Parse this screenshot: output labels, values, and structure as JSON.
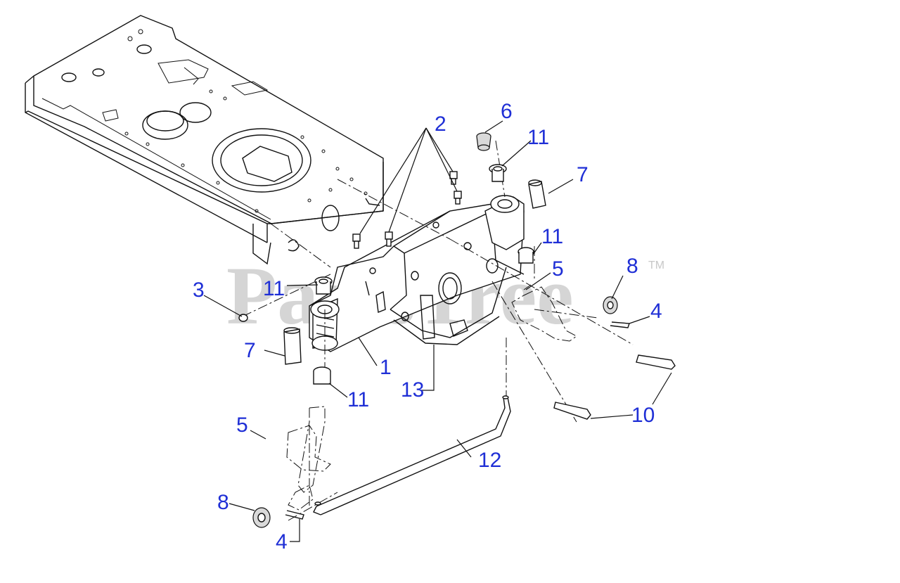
{
  "watermark": {
    "text": "PartsTree",
    "tm": "TM"
  },
  "callouts": {
    "c1": "1",
    "c2": "2",
    "c3": "3",
    "c4a": "4",
    "c4b": "4",
    "c5a": "5",
    "c5b": "5",
    "c6": "6",
    "c7a": "7",
    "c7b": "7",
    "c8a": "8",
    "c8b": "8",
    "c10": "10",
    "c11a": "11",
    "c11b": "11",
    "c11c": "11",
    "c11d": "11",
    "c12": "12",
    "c13": "13"
  },
  "colors": {
    "callout": "#1f2fd6",
    "watermark": "#c8c8c8",
    "line": "#111111"
  }
}
